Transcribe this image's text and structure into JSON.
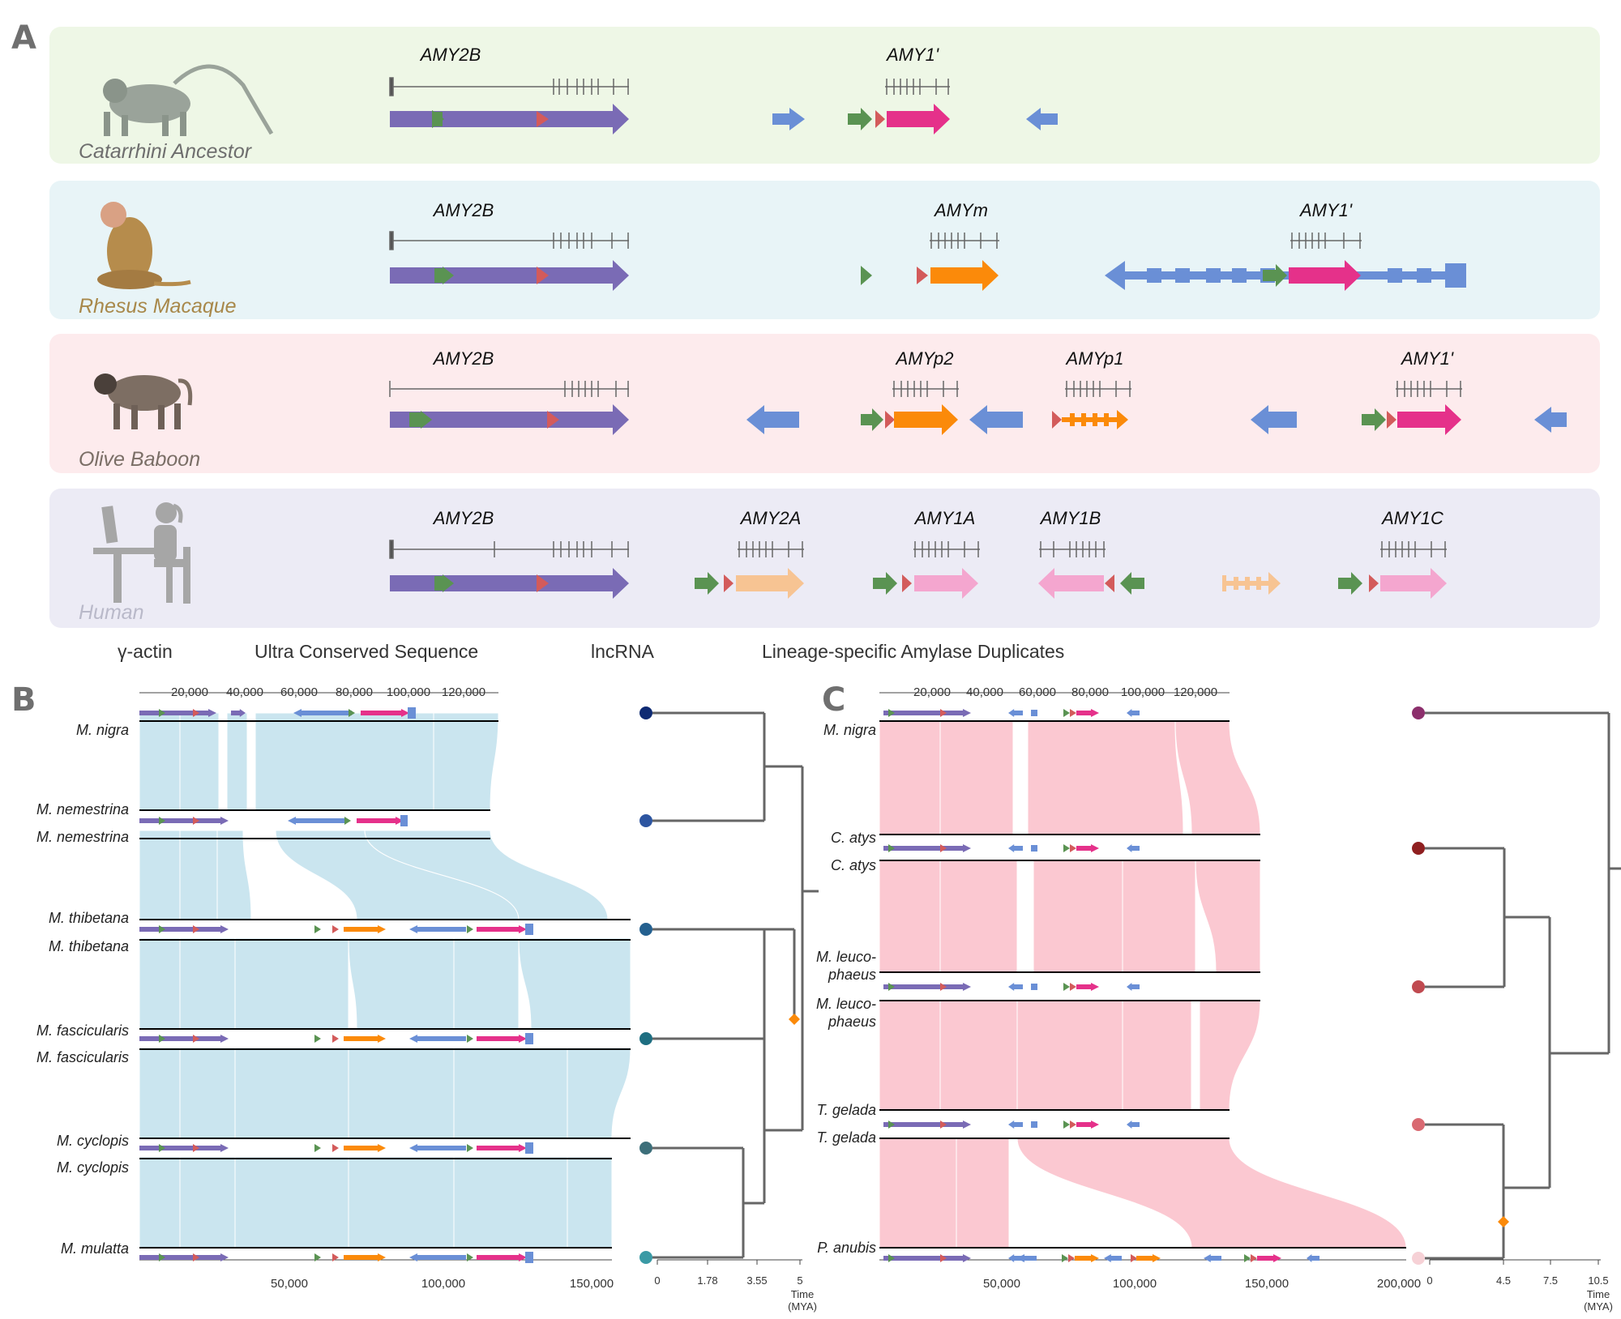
{
  "panels": {
    "a": "A",
    "b": "B",
    "c": "C"
  },
  "bands": [
    {
      "name": "Catarrhini Ancestor",
      "color": "#eef7e6",
      "name_color": "#6e6e6e"
    },
    {
      "name": "Rhesus Macaque",
      "color": "#e8f4f7",
      "name_color": "#a8884a"
    },
    {
      "name": "Olive Baboon",
      "color": "#fdebed",
      "name_color": "#7a6e66"
    },
    {
      "name": "Human",
      "color": "#ecebf5",
      "name_color": "#b9b9c9"
    }
  ],
  "genes": {
    "ancestor": [
      "AMY2B",
      "AMY1'"
    ],
    "rhesus": [
      "AMY2B",
      "AMYm",
      "AMY1'"
    ],
    "baboon": [
      "AMY2B",
      "AMYp2",
      "AMYp1",
      "AMY1'"
    ],
    "human": [
      "AMY2B",
      "AMY2A",
      "AMY1A",
      "AMY1B",
      "AMY1C"
    ]
  },
  "legend": {
    "gamma_actin": "γ-actin",
    "ucs": "Ultra Conserved Sequence",
    "lncrna": "lncRNA",
    "duplicates": "Lineage-specific Amylase Duplicates"
  },
  "colors": {
    "amy2b": "#7a6bb5",
    "amy1": "#e5318a",
    "human_amy1": "#f4a6cf",
    "duplicate": "#fb8a0a",
    "amy2a": "#f7c493",
    "lncrna": "#6a8fd6",
    "ucs": "#5a9352",
    "gamma_actin": "#d35b5b",
    "ribbon_b": "#c8e4ef",
    "ribbon_c": "#fbc6cf"
  },
  "panel_b": {
    "top_ticks": [
      "20,000",
      "40,000",
      "60,000",
      "80,000",
      "100,000",
      "120,000"
    ],
    "bottom_ticks": [
      "50,000",
      "100,000",
      "150,000"
    ],
    "species_labels": [
      "M. nigra",
      "M. nemestrina",
      "M. nemestrina",
      "M. thibetana",
      "M. thibetana",
      "M. fascicularis",
      "M. fascicularis",
      "M. cyclopis",
      "M. cyclopis",
      "M. mulatta"
    ],
    "time_ticks": [
      "0",
      "1.78",
      "3.55",
      "5"
    ],
    "time_label": "Time\n(MYA)",
    "node_colors": [
      "#0e2a73",
      "#2d55a0",
      "#24608f",
      "#1e6e81",
      "#3d6f7a",
      "#3a9aa5"
    ]
  },
  "panel_c": {
    "top_ticks": [
      "20,000",
      "40,000",
      "60,000",
      "80,000",
      "100,000",
      "120,000"
    ],
    "bottom_ticks": [
      "50,000",
      "100,000",
      "150,000",
      "200,000"
    ],
    "species_labels": [
      "M. nigra",
      "C. atys",
      "C. atys",
      "M. leuco-\nphaeus",
      "M. leuco-\nphaeus",
      "T. gelada",
      "T. gelada",
      "P. anubis"
    ],
    "time_ticks": [
      "0",
      "4.5",
      "7.5",
      "10.5"
    ],
    "time_label": "Time\n(MYA)",
    "node_colors": [
      "#8c2f6c",
      "#8f1f20",
      "#c04a50",
      "#d96a72",
      "#f6d1d6"
    ]
  }
}
